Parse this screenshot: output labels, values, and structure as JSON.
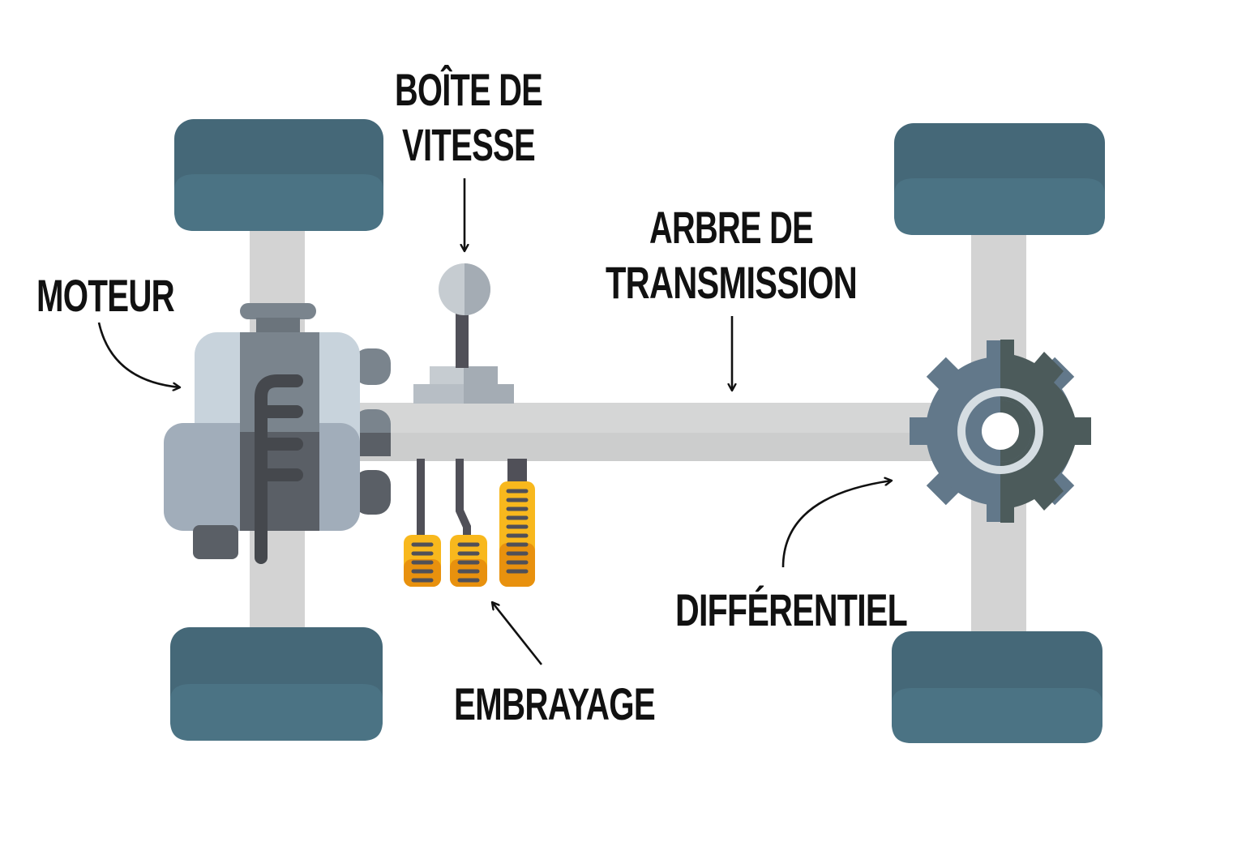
{
  "labels": {
    "gearbox_line1": "BOÎTE DE",
    "gearbox_line2": "VITESSE",
    "engine": "MOTEUR",
    "driveshaft_line1": "ARBRE DE",
    "driveshaft_line2": "TRANSMISSION",
    "clutch": "EMBRAYAGE",
    "differential": "DIFFÉRENTIEL"
  },
  "colors": {
    "wheel_dark": "#456878",
    "wheel_light": "#4b7384",
    "axle": "#d3d3d3",
    "shaft": "#d5d6d6",
    "engine_light": "#c8d3dc",
    "engine_mid": "#a1adba",
    "engine_dark": "#7a848d",
    "engine_darker": "#5a5f66",
    "engine_darkest": "#45484d",
    "gear_light": "#62788a",
    "gear_dark": "#4c5b5b",
    "gear_ring": "#d5dde2",
    "pedal_yellow": "#f8b81d",
    "pedal_orange": "#e8910e",
    "pedal_stem": "#505058",
    "knob_light": "#c6ccd1",
    "knob_dark": "#a4acb4",
    "arrow": "#111111"
  }
}
